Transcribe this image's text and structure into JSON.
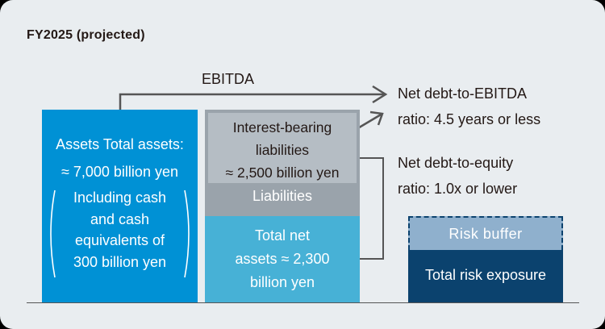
{
  "title": "FY2025 (projected)",
  "ebitda_label": "EBITDA",
  "assets": {
    "line1": "Assets Total assets:",
    "line2": "≈ 7,000 billion yen",
    "note_lines": [
      "Including cash",
      "and cash",
      "equivalents of",
      "300 billion yen"
    ],
    "color": "#0091d5"
  },
  "liabilities": {
    "interest_bearing_lines": [
      "Interest-bearing",
      "liabilities",
      "≈ 2,500 billion yen"
    ],
    "label": "Liabilities",
    "color": "#9aa3ab",
    "inner_color": "#b5bdc4"
  },
  "net_assets": {
    "lines": [
      "Total net",
      "assets ≈ 2,300",
      "billion yen"
    ],
    "color": "#47b1d6"
  },
  "risk": {
    "buffer_label": "Risk buffer",
    "exposure_label": "Total risk exposure",
    "buffer_color": "#8fb0cd",
    "exposure_color": "#0b426e"
  },
  "ratios": {
    "ebitda": [
      "Net debt-to-EBITDA",
      "ratio: 4.5 years or less"
    ],
    "equity": [
      "Net debt-to-equity",
      "ratio: 1.0x or lower"
    ]
  }
}
